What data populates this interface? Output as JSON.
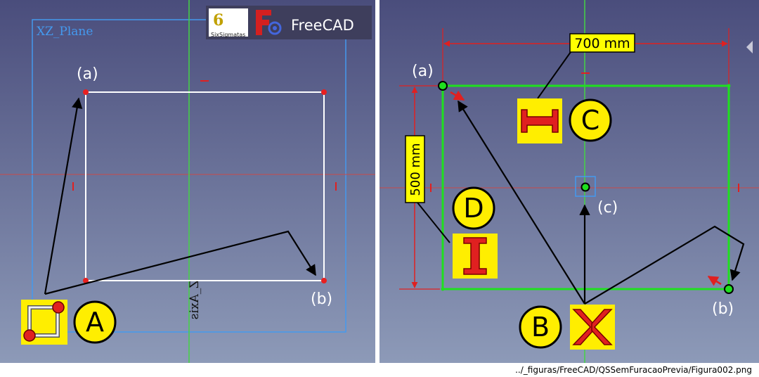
{
  "colors": {
    "viewport_top": "#4a4d7c",
    "viewport_bottom": "#8d9ab8",
    "sketch_line_white": "#ffffff",
    "sketch_line_green": "#1fe01f",
    "constraint_red": "#e02020",
    "axis_green": "#44d444",
    "axis_red": "#c84a4a",
    "plane_blue": "#4499ee",
    "label_yellow": "#ffee00",
    "dim_label_bg": "#ffff00"
  },
  "left": {
    "plane_label": "XZ_Plane",
    "axis_label": "Z_Axis",
    "point_a": "(a)",
    "point_b": "(b)",
    "callout_a": "A",
    "logo_sixsigma_mark": "6",
    "logo_sixsigma_text": "SixSigmatas",
    "logo_freecad_text": "FreeCAD",
    "icons": {
      "rectangle_tool": "create-rectangle-icon"
    }
  },
  "right": {
    "point_a": "(a)",
    "point_b": "(b)",
    "point_c": "(c)",
    "dim_horizontal": "700 mm",
    "dim_vertical": "500 mm",
    "callout_b": "B",
    "callout_c": "C",
    "callout_d": "D",
    "icons": {
      "symmetric": "symmetric-constraint-icon",
      "horizontal_distance": "horizontal-distance-constraint-icon",
      "vertical_distance": "vertical-distance-constraint-icon"
    }
  },
  "footer": {
    "path": "../_figuras/FreeCAD/QSSemFuracaoPrevia/Figura002.png"
  }
}
